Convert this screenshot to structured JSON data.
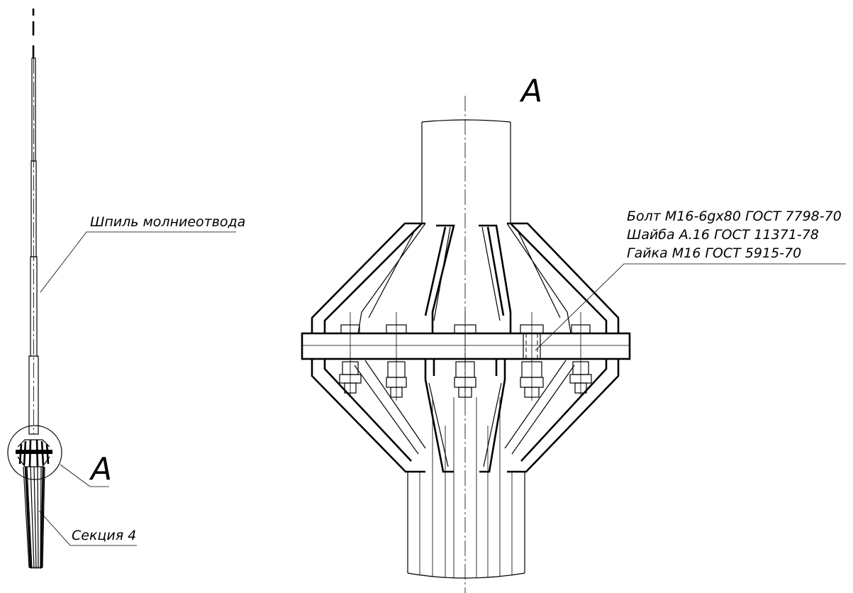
{
  "labels": {
    "spire": "Шпиль молниеотвода",
    "section": "Секция 4",
    "detail_mark": "A",
    "detail_title": "A",
    "fasteners": [
      "Болт М16-6gx80 ГОСТ 7798-70",
      "Шайба А.16 ГОСТ 11371-78",
      "Гайка М16 ГОСТ 5915-70"
    ]
  }
}
